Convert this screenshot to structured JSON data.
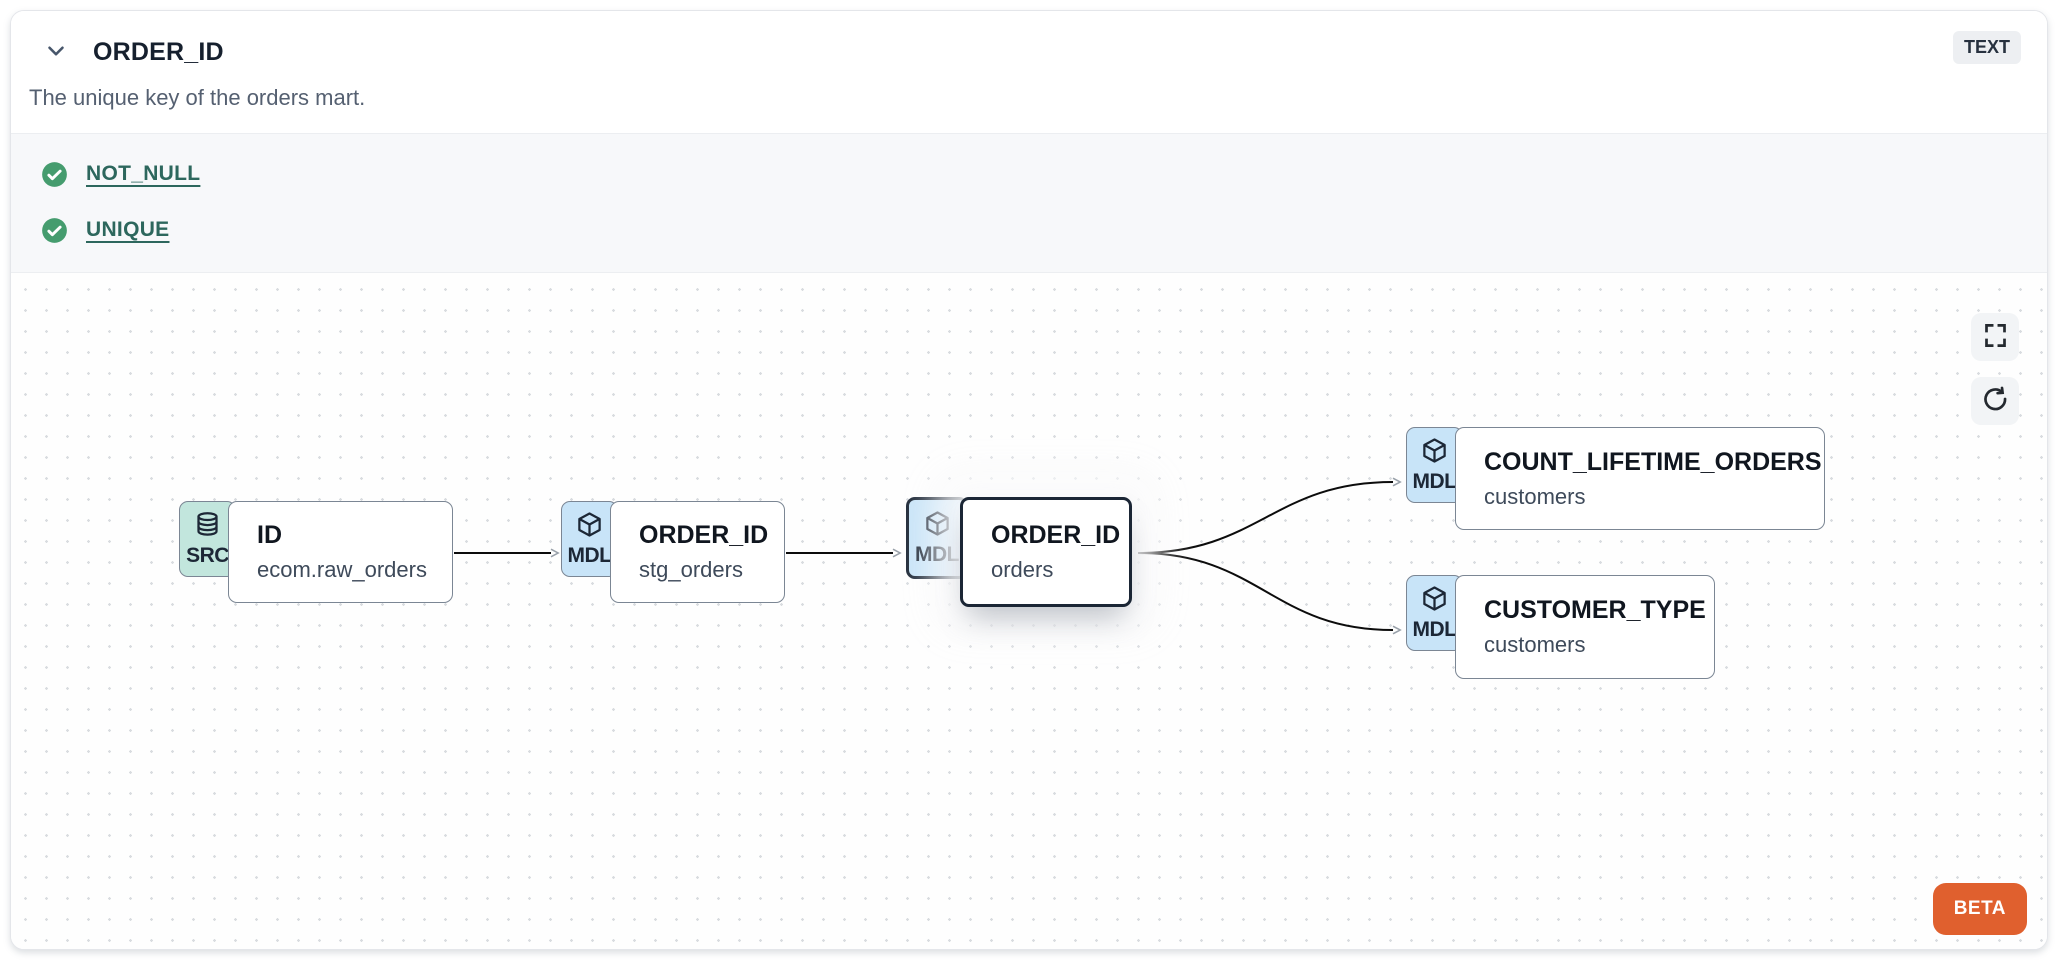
{
  "header": {
    "title": "ORDER_ID",
    "description": "The unique key of the orders mart.",
    "type_badge": "TEXT"
  },
  "tests": {
    "items": [
      {
        "label": "NOT_NULL",
        "status": "passed"
      },
      {
        "label": "UNIQUE",
        "status": "passed"
      }
    ]
  },
  "lineage": {
    "nodes": [
      {
        "badge": "SRC",
        "icon": "database",
        "title": "ID",
        "subtitle": "ecom.raw_orders",
        "selected": false
      },
      {
        "badge": "MDL",
        "icon": "package",
        "title": "ORDER_ID",
        "subtitle": "stg_orders",
        "selected": false
      },
      {
        "badge": "MDL",
        "icon": "package",
        "title": "ORDER_ID",
        "subtitle": "orders",
        "selected": true
      },
      {
        "badge": "MDL",
        "icon": "package",
        "title": "COUNT_LIFETIME_ORDERS",
        "subtitle": "customers",
        "selected": false
      },
      {
        "badge": "MDL",
        "icon": "package",
        "title": "CUSTOMER_TYPE",
        "subtitle": "customers",
        "selected": false
      }
    ],
    "edges": [
      {
        "from": "ID (ecom.raw_orders)",
        "to": "ORDER_ID (stg_orders)"
      },
      {
        "from": "ORDER_ID (stg_orders)",
        "to": "ORDER_ID (orders)"
      },
      {
        "from": "ORDER_ID (orders)",
        "to": "COUNT_LIFETIME_ORDERS (customers)"
      },
      {
        "from": "ORDER_ID (orders)",
        "to": "CUSTOMER_TYPE (customers)"
      }
    ],
    "beta_label": "BETA"
  },
  "colors": {
    "accent_orange": "#e0602e",
    "test_pass_green": "#459c6e",
    "link_teal": "#2d675d",
    "source_badge_bg": "#c2e6dd",
    "model_badge_bg": "#c8e4f8",
    "selected_border": "#1b2635"
  }
}
